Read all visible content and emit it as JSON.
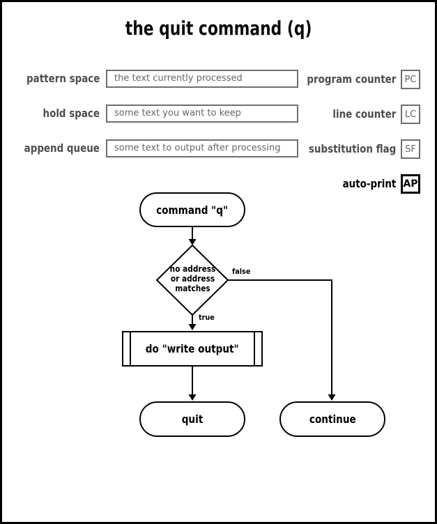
{
  "title": "the quit command (q)",
  "registers": {
    "left": [
      {
        "label": "pattern space",
        "value": "the text currently processed"
      },
      {
        "label": "hold space",
        "value": "some text you want to keep"
      },
      {
        "label": "append queue",
        "value": "some text to output after processing"
      }
    ],
    "right": [
      {
        "label": "program counter",
        "abbr": "PC"
      },
      {
        "label": "line counter",
        "abbr": "LC"
      },
      {
        "label": "substitution flag",
        "abbr": "SF"
      },
      {
        "label": "auto-print",
        "abbr": "AP"
      }
    ]
  },
  "flowchart": {
    "start_label": "command \"q\"",
    "decision_line1": "no address",
    "decision_line2": "or address",
    "decision_line3": "matches",
    "false_label": "false",
    "true_label": "true",
    "process_label": "do \"write output\"",
    "terminal_quit": "quit",
    "terminal_continue": "continue"
  },
  "colors": {
    "side_label": "#4d4d4d",
    "register_border": "#6e6e6e",
    "register_text": "#666666",
    "active_flag": "#000000",
    "flow_line": "#000000",
    "background": "#ffffff"
  }
}
